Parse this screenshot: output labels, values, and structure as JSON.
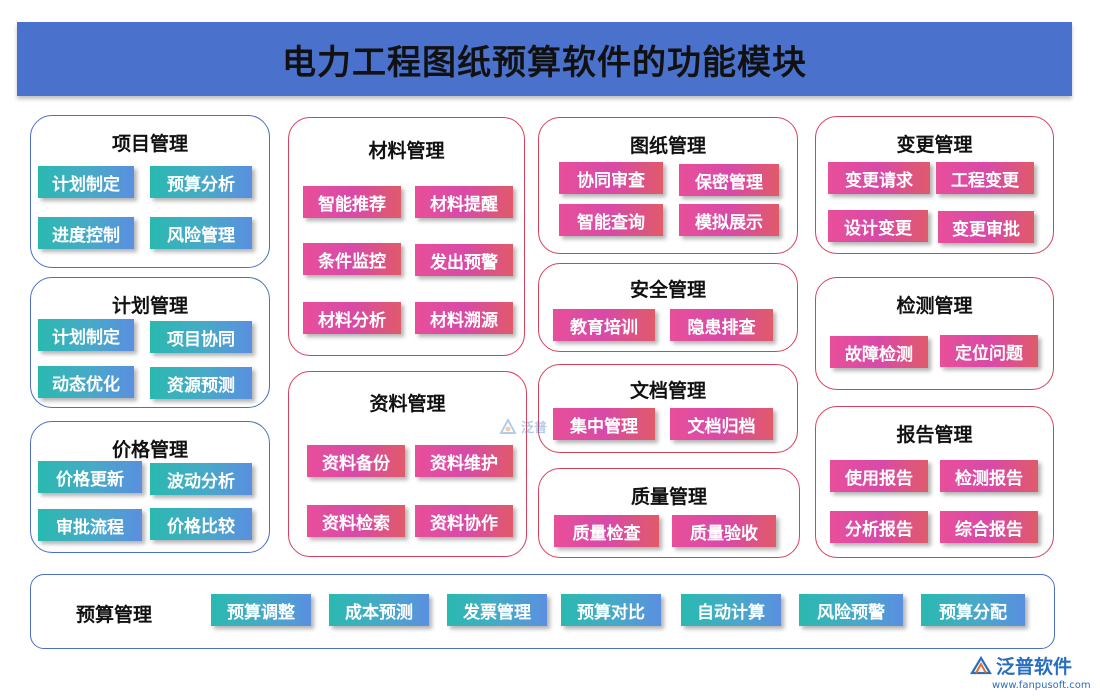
{
  "title": "电力工程图纸预算软件的功能模块",
  "modules": {
    "project": {
      "title": "项目管理",
      "items": [
        "计划制定",
        "预算分析",
        "进度控制",
        "风险管理"
      ]
    },
    "plan": {
      "title": "计划管理",
      "items": [
        "计划制定",
        "项目协同",
        "动态优化",
        "资源预测"
      ]
    },
    "price": {
      "title": "价格管理",
      "items": [
        "价格更新",
        "波动分析",
        "审批流程",
        "价格比较"
      ]
    },
    "material": {
      "title": "材料管理",
      "items": [
        "智能推荐",
        "材料提醒",
        "条件监控",
        "发出预警",
        "材料分析",
        "材料溯源"
      ]
    },
    "data": {
      "title": "资料管理",
      "items": [
        "资料备份",
        "资料维护",
        "资料检索",
        "资料协作"
      ]
    },
    "drawing": {
      "title": "图纸管理",
      "items": [
        "协同审查",
        "保密管理",
        "智能查询",
        "模拟展示"
      ]
    },
    "safety": {
      "title": "安全管理",
      "items": [
        "教育培训",
        "隐患排查"
      ]
    },
    "document": {
      "title": "文档管理",
      "items": [
        "集中管理",
        "文档归档"
      ]
    },
    "quality": {
      "title": "质量管理",
      "items": [
        "质量检查",
        "质量验收"
      ]
    },
    "change": {
      "title": "变更管理",
      "items": [
        "变更请求",
        "工程变更",
        "设计变更",
        "变更审批"
      ]
    },
    "inspection": {
      "title": "检测管理",
      "items": [
        "故障检测",
        "定位问题"
      ]
    },
    "report": {
      "title": "报告管理",
      "items": [
        "使用报告",
        "检测报告",
        "分析报告",
        "综合报告"
      ]
    },
    "budget": {
      "title": "预算管理",
      "items": [
        "预算调整",
        "成本预测",
        "发票管理",
        "预算对比",
        "自动计算",
        "风险预警",
        "预算分配"
      ]
    }
  },
  "watermark": {
    "text": "泛普",
    "icon": "fanpu-logo-icon"
  },
  "logo": {
    "name": "泛普软件",
    "url": "www.fanpusoft.com",
    "icon": "fanpu-logo-icon"
  },
  "colors": {
    "title_bar": "#4a72cc",
    "blue_border": "#4c6fc4",
    "red_border": "#d9405c",
    "teal": "#2ab9b0",
    "pink": "#e84f9a"
  }
}
